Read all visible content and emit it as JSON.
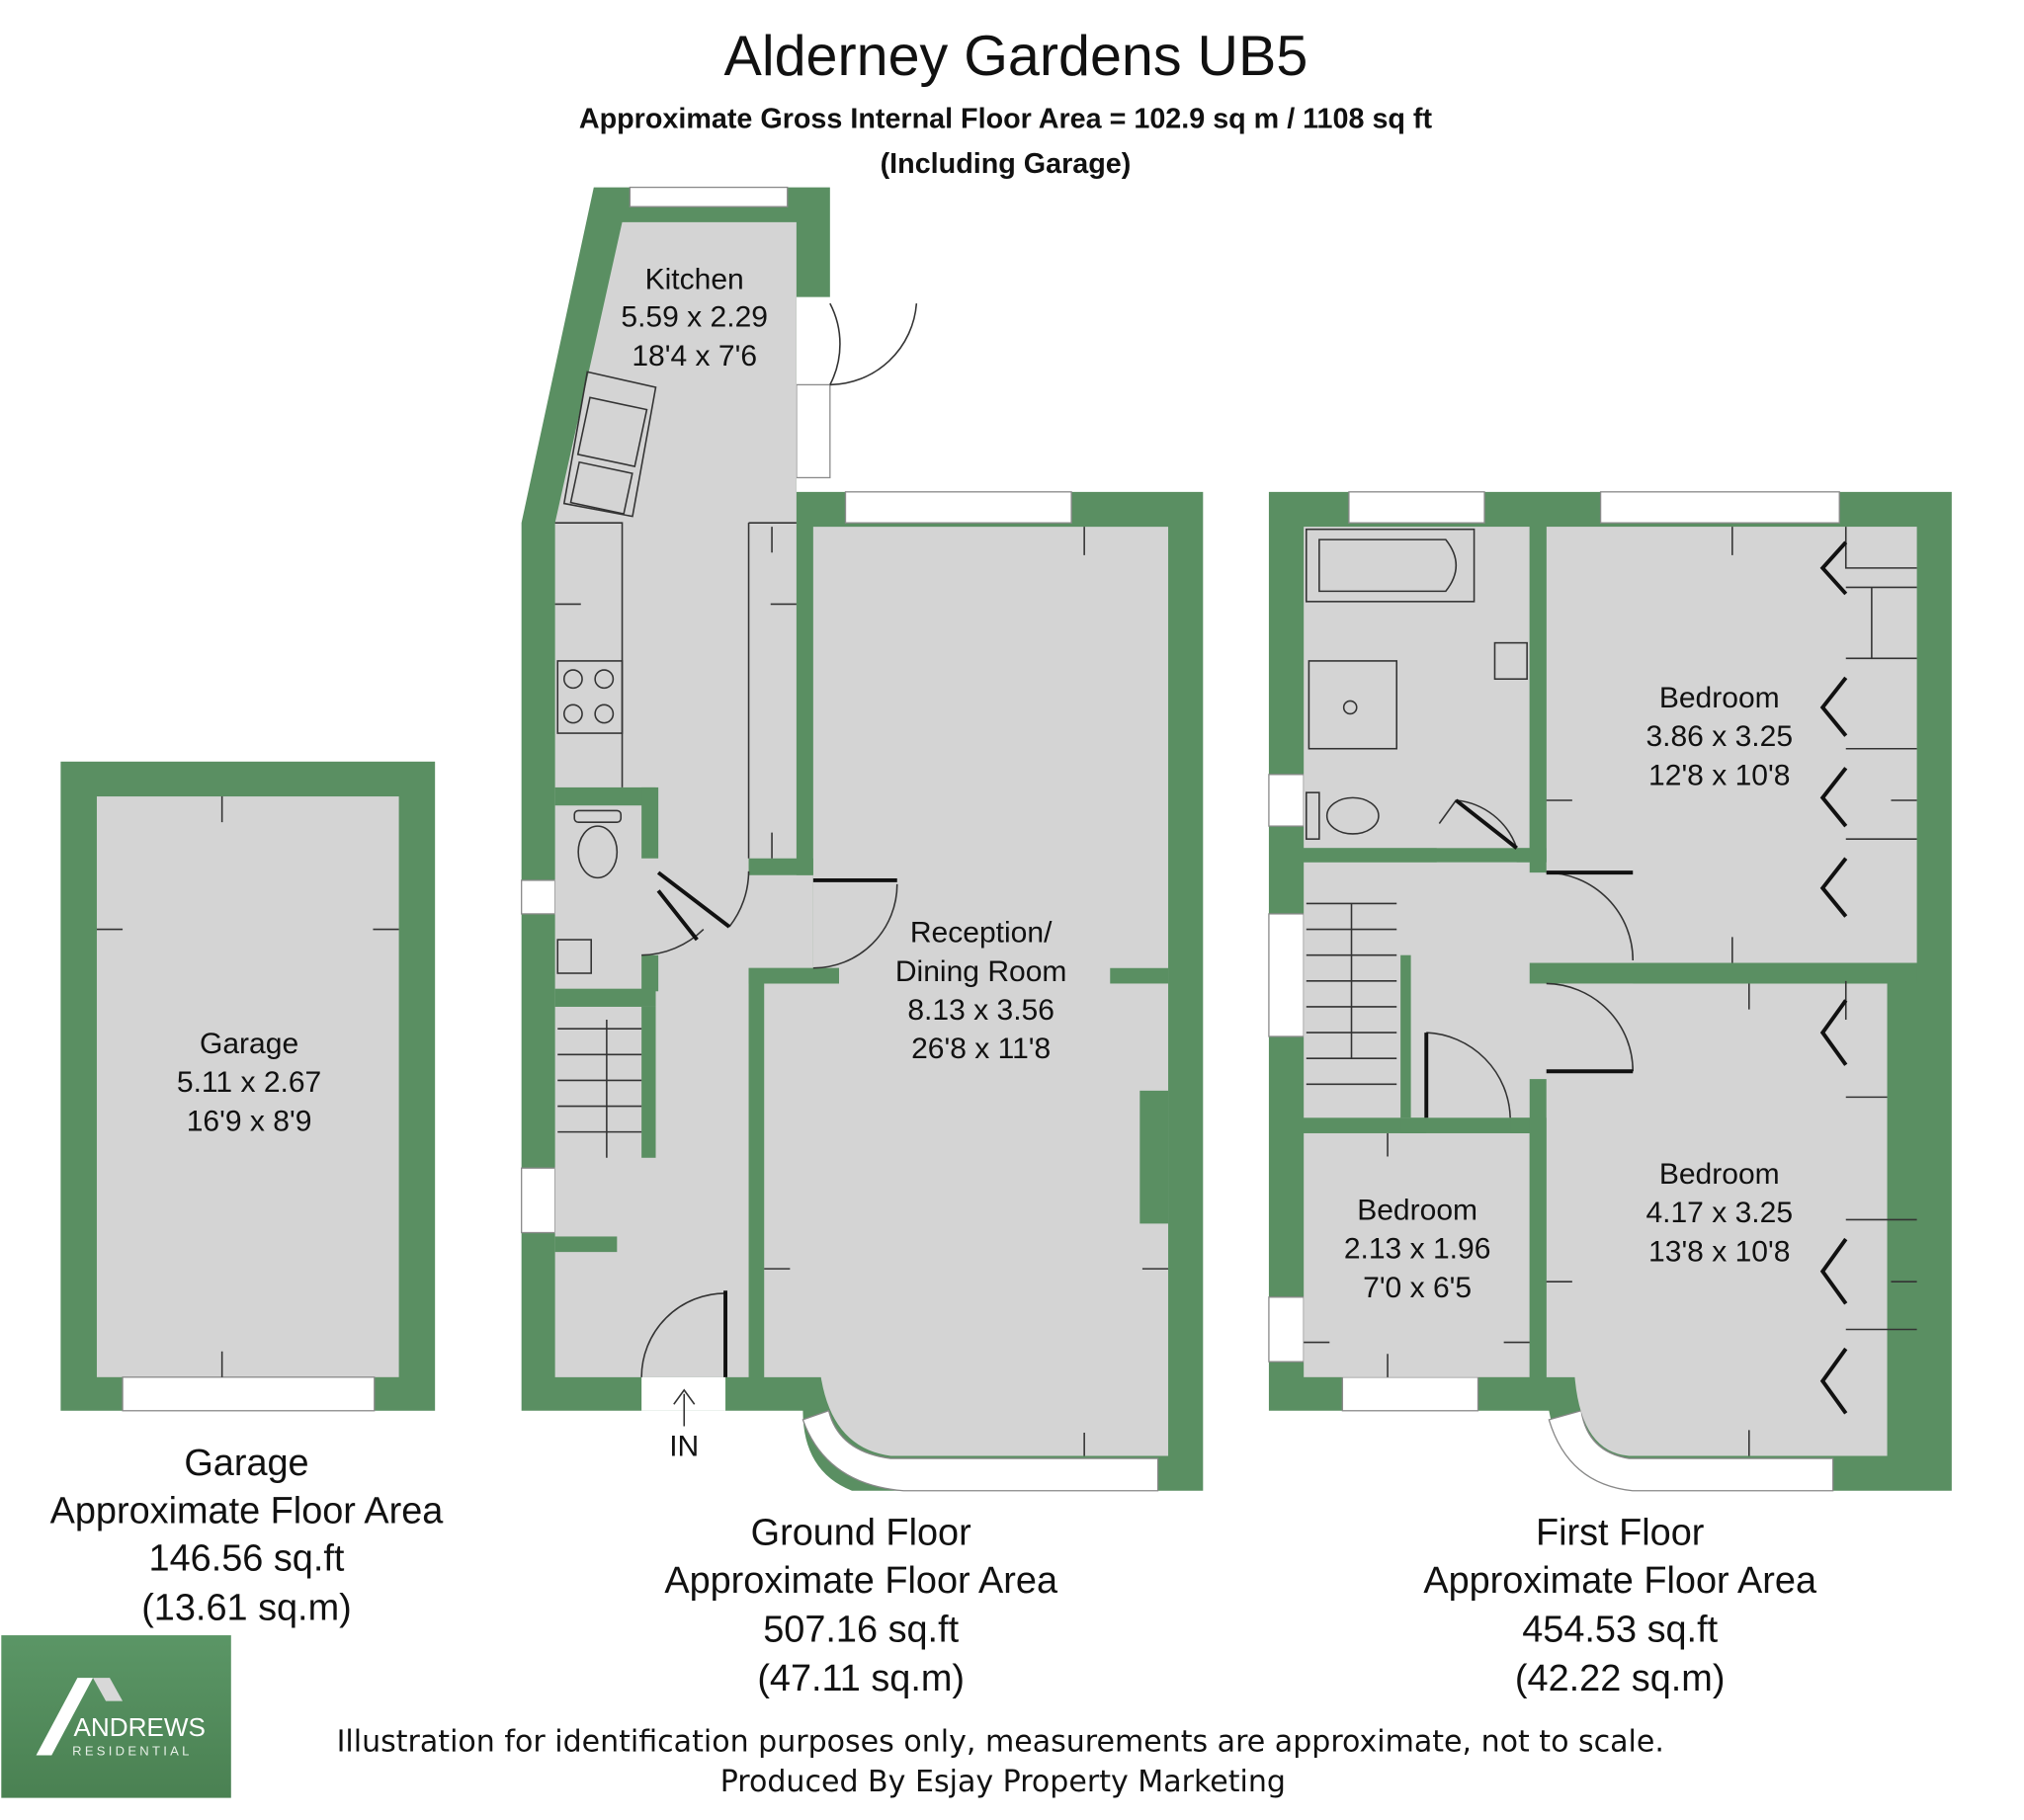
{
  "header": {
    "title": "Alderney Gardens UB5",
    "subtitle": "Approximate Gross Internal Floor Area = 102.9 sq m / 1108 sq ft",
    "note": "(Including Garage)"
  },
  "rooms": {
    "garage": {
      "name": "Garage",
      "metric": "5.11 x 2.67",
      "imperial": "16'9 x 8'9"
    },
    "kitchen": {
      "name": "Kitchen",
      "metric": "5.59 x 2.29",
      "imperial": "18'4 x 7'6"
    },
    "reception": {
      "name1": "Reception/",
      "name2": "Dining Room",
      "metric": "8.13 x 3.56",
      "imperial": "26'8 x 11'8"
    },
    "bedroom1": {
      "name": "Bedroom",
      "metric": "3.86 x 3.25",
      "imperial": "12'8 x 10'8"
    },
    "bedroom2": {
      "name": "Bedroom",
      "metric": "4.17 x 3.25",
      "imperial": "13'8 x 10'8"
    },
    "bedroom3": {
      "name": "Bedroom",
      "metric": "2.13 x 1.96",
      "imperial": "7'0 x 6'5"
    }
  },
  "entrance_label": "IN",
  "floors": {
    "garage": {
      "name": "Garage",
      "label": "Approximate Floor Area",
      "sqft": "146.56 sq.ft",
      "sqm": "(13.61 sq.m)"
    },
    "ground": {
      "name": "Ground Floor",
      "label": "Approximate Floor Area",
      "sqft": "507.16 sq.ft",
      "sqm": "(47.11 sq.m)"
    },
    "first": {
      "name": "First Floor",
      "label": "Approximate Floor Area",
      "sqft": "454.53 sq.ft",
      "sqm": "(42.22 sq.m)"
    }
  },
  "logo": {
    "name": "ANDREWS",
    "tagline": "RESIDENTIAL"
  },
  "footer": {
    "disclaimer": "Illustration for identification purposes only, measurements are approximate, not to scale.",
    "credit": "Produced By Esjay Property Marketing"
  },
  "colors": {
    "wall": "#5a8f62",
    "floor": "#d4d4d4",
    "logo_bg": "#4f8a59"
  }
}
